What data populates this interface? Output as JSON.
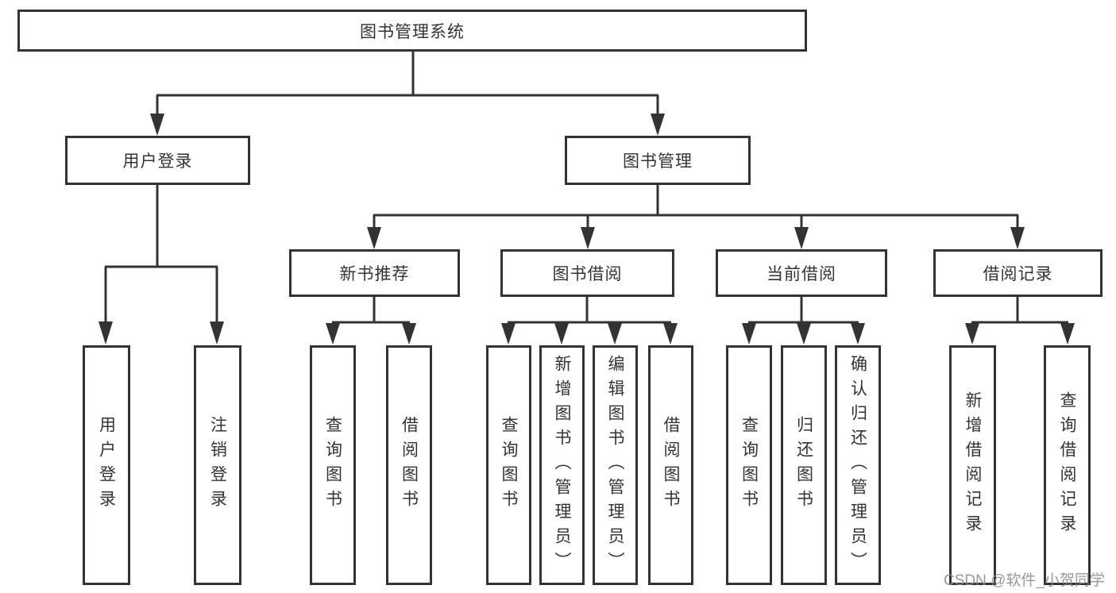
{
  "tree": {
    "label": "图书管理系统",
    "children": [
      {
        "label": "用户登录",
        "children": [
          {
            "label": "用户登录"
          },
          {
            "label": "注销登录"
          }
        ]
      },
      {
        "label": "图书管理",
        "children": [
          {
            "label": "新书推荐",
            "children": [
              {
                "label": "查询图书"
              },
              {
                "label": "借阅图书"
              }
            ]
          },
          {
            "label": "图书借阅",
            "children": [
              {
                "label": "查询图书"
              },
              {
                "label": "新增图书（管理员）"
              },
              {
                "label": "编辑图书（管理员）"
              },
              {
                "label": "借阅图书"
              }
            ]
          },
          {
            "label": "当前借阅",
            "children": [
              {
                "label": "查询图书"
              },
              {
                "label": "归还图书"
              },
              {
                "label": "确认归还（管理员）"
              }
            ]
          },
          {
            "label": "借阅记录",
            "children": [
              {
                "label": "新增借阅记录"
              },
              {
                "label": "查询借阅记录"
              }
            ]
          }
        ]
      }
    ]
  },
  "watermark": "CSDN @软件_小贺同学",
  "colors": {
    "line": "#333333",
    "box_border": "#333333",
    "box_background": "#ffffff",
    "text": "#333333",
    "watermark": "#8a8a8a"
  }
}
